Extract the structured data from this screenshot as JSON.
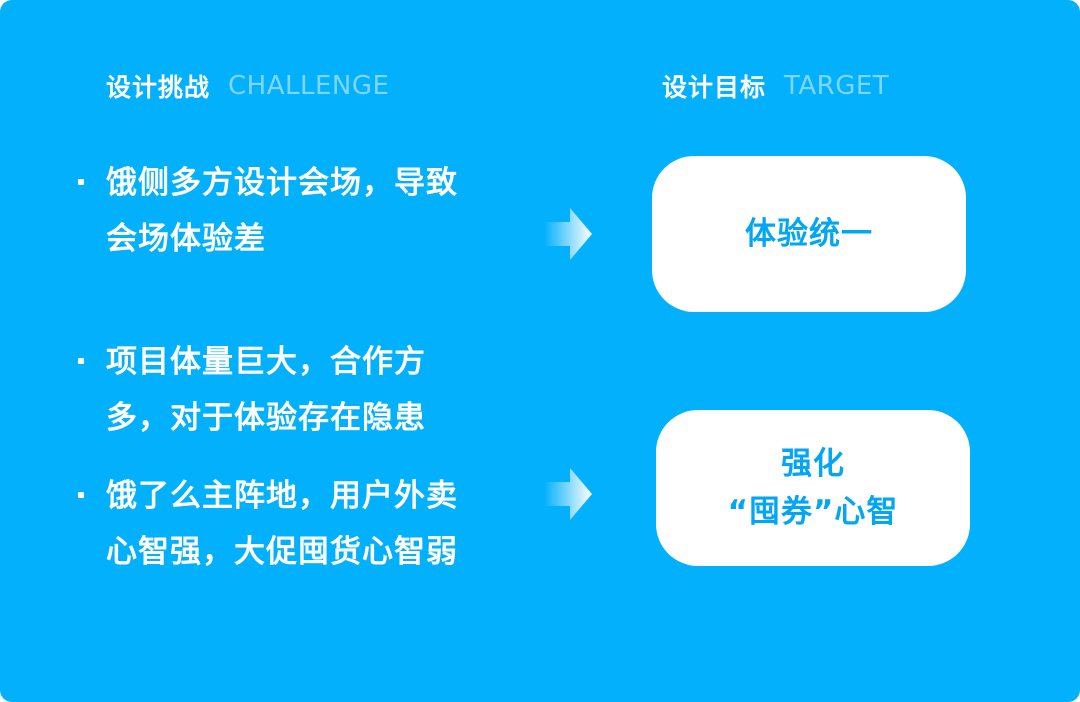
{
  "challenge": {
    "title": "设计挑战",
    "title_en": "CHALLENGE",
    "items": [
      {
        "text": "饿侧多方设计会场，导致会场体验差"
      },
      {
        "text": "项目体量巨大，合作方多，对于体验存在隐患"
      },
      {
        "text": "饿了么主阵地，用户外卖心智强，大促囤货心智弱"
      }
    ]
  },
  "target": {
    "title": "设计目标",
    "title_en": "TARGET",
    "cards": [
      {
        "lines": [
          "体验统一"
        ]
      },
      {
        "lines": [
          "强化",
          "“囤券”心智"
        ]
      }
    ]
  },
  "colors": {
    "background": "#03b0fb",
    "card": "#ffffff",
    "card_text": "#03a6f3",
    "subtitle": "#7fd6fd"
  },
  "icons": {
    "arrow": "arrow-right-gradient-icon"
  }
}
